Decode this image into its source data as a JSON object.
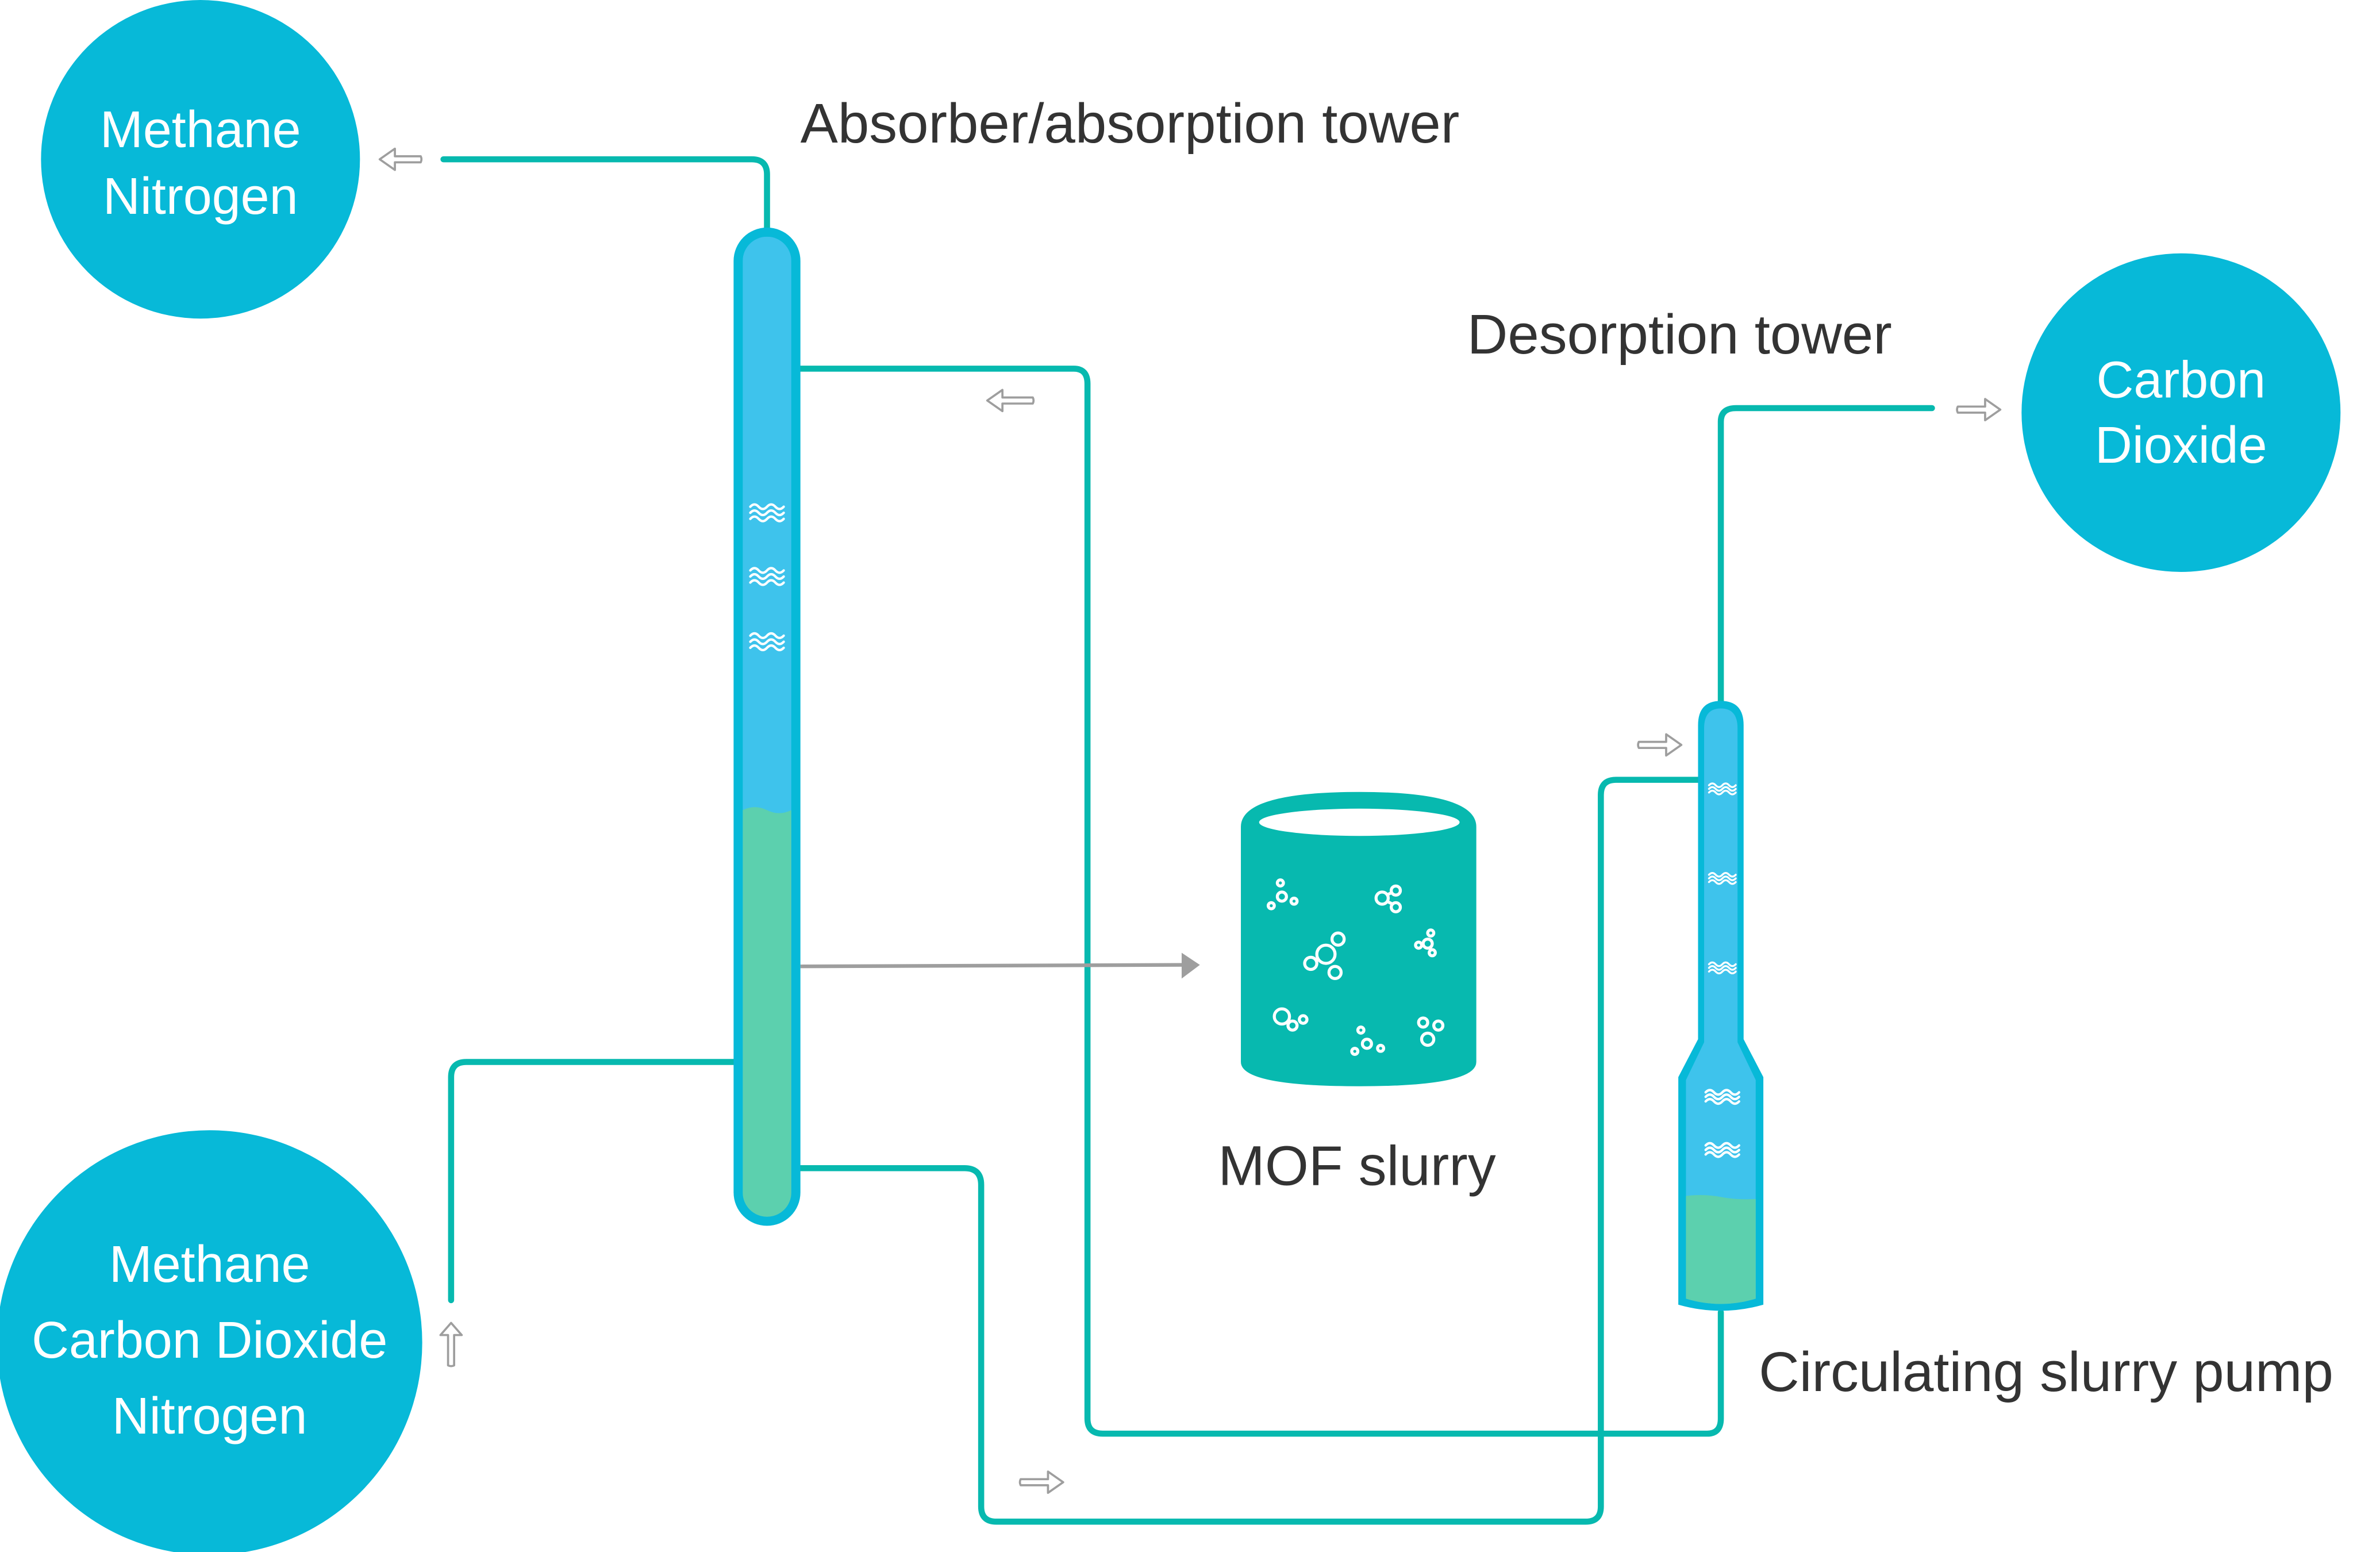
{
  "diagram": {
    "title": "MOF slurry gas separation process",
    "colors": {
      "node_fill": "#07b9d8",
      "pipe": "#07b9af",
      "tower_shell": "#07b9d8",
      "tower_gas": "#3ec3ec",
      "tower_liquid": "#5cd0ae",
      "tank_fill": "#07b9af",
      "flow_arrow": "#9e9e9e",
      "label_text": "#333333"
    },
    "nodes": {
      "product_top_left": {
        "lines": [
          "Methane",
          "Nitrogen"
        ]
      },
      "feed_bottom_left": {
        "lines": [
          "Methane",
          "Carbon Dioxide",
          "Nitrogen"
        ]
      },
      "product_right": {
        "lines": [
          "Carbon",
          "Dioxide"
        ]
      }
    },
    "labels": {
      "absorber": "Absorber/absorption tower",
      "desorber": "Desorption tower",
      "mof": "MOF slurry",
      "pump": "Circulating slurry pump"
    },
    "flows": [
      {
        "from": "Absorber/absorption tower",
        "to": "Methane Nitrogen",
        "direction": "left"
      },
      {
        "from": "Methane Carbon Dioxide Nitrogen",
        "to": "Absorber/absorption tower",
        "direction": "up"
      },
      {
        "from": "Desorption tower",
        "to": "Carbon Dioxide",
        "direction": "right"
      },
      {
        "from": "Circulating slurry pump",
        "to": "Absorber/absorption tower",
        "direction": "left"
      },
      {
        "from": "Absorber/absorption tower",
        "to": "Desorption tower",
        "direction": "right"
      },
      {
        "from": "Absorber/absorption tower",
        "to": "MOF slurry",
        "direction": "right"
      }
    ]
  }
}
